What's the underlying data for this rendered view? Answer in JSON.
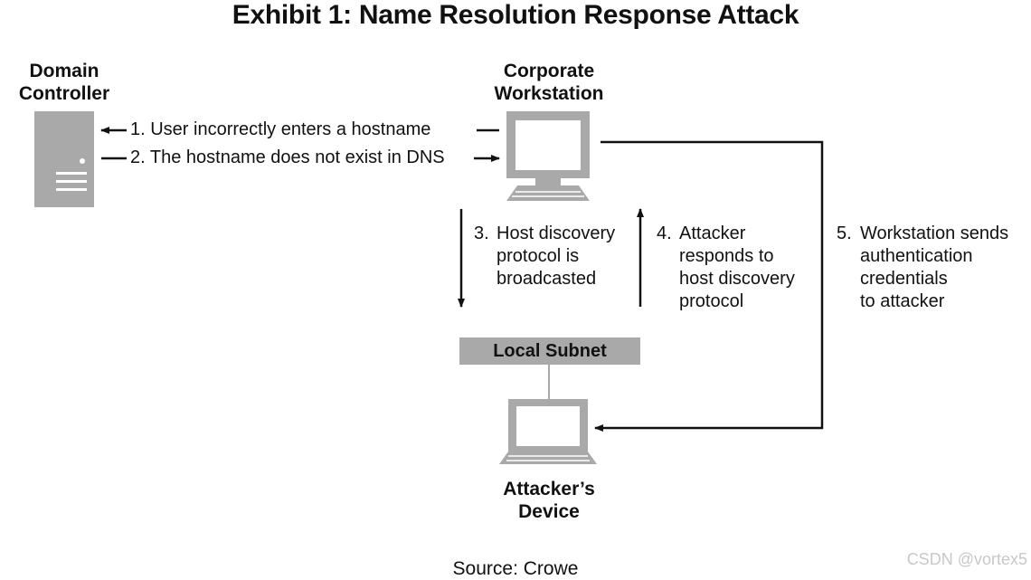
{
  "title": "Exhibit 1: Name Resolution Response Attack",
  "nodes": {
    "domain_controller": {
      "label_line1": "Domain",
      "label_line2": "Controller",
      "icon": "server-icon"
    },
    "workstation": {
      "label_line1": "Corporate",
      "label_line2": "Workstation",
      "icon": "desktop-computer-icon"
    },
    "subnet": {
      "label": "Local Subnet"
    },
    "attacker": {
      "label_line1": "Attacker’s",
      "label_line2": "Device",
      "icon": "laptop-icon"
    }
  },
  "steps": {
    "s1": {
      "text": "1. User incorrectly enters a hostname"
    },
    "s2": {
      "text": "2. The hostname does not exist in DNS"
    },
    "s3": {
      "num": "3.",
      "lines": [
        "Host discovery",
        "protocol is",
        "broadcasted"
      ]
    },
    "s4": {
      "num": "4.",
      "lines": [
        "Attacker",
        "responds to",
        "host discovery",
        "protocol"
      ]
    },
    "s5": {
      "num": "5.",
      "lines": [
        "Workstation sends",
        "authentication",
        "credentials",
        "to attacker"
      ]
    }
  },
  "source": "Source: Crowe",
  "watermark": "CSDN @vortex5",
  "colors": {
    "ink": "#111111",
    "icon_gray": "#a9a9a9",
    "background": "#ffffff"
  }
}
